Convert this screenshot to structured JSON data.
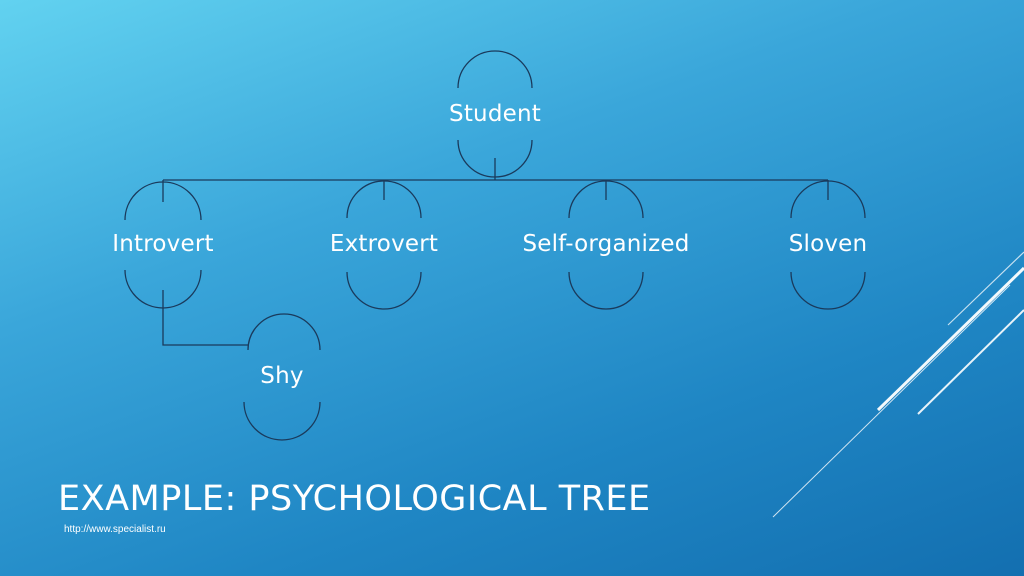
{
  "slide": {
    "title": "EXAMPLE: PSYCHOLOGICAL TREE",
    "source_url": "http://www.specialist.ru"
  },
  "tree": {
    "root": "Student",
    "children": [
      "Introvert",
      "Extrovert",
      "Self-organized",
      "Sloven"
    ],
    "grandchild": "Shy"
  },
  "colors": {
    "line": "#1a3a5c",
    "text": "#ffffff",
    "decor": "#ffffff"
  }
}
